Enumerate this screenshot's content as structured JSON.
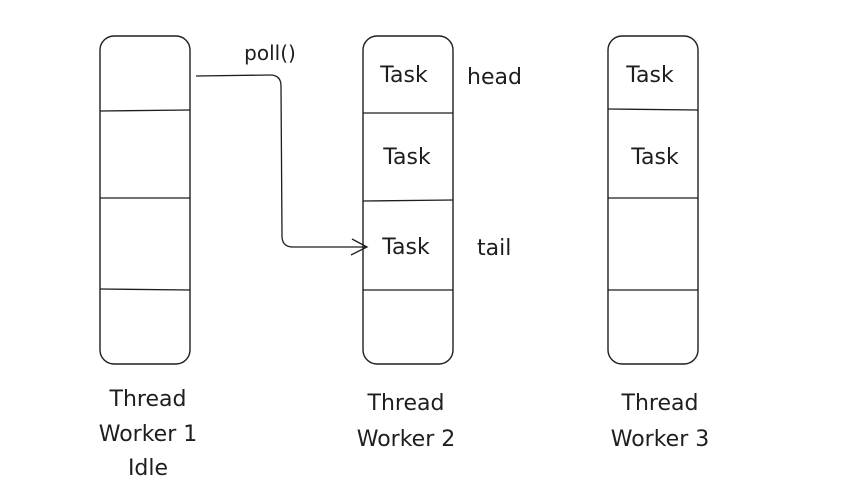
{
  "workers": [
    {
      "label_lines": [
        "Thread",
        "Worker 1",
        "Idle"
      ],
      "slots": [
        "",
        "",
        "",
        ""
      ]
    },
    {
      "label_lines": [
        "Thread",
        "Worker 2"
      ],
      "slots": [
        "Task",
        "Task",
        "Task",
        ""
      ]
    },
    {
      "label_lines": [
        "Thread",
        "Worker 3"
      ],
      "slots": [
        "Task",
        "Task",
        "",
        ""
      ]
    }
  ],
  "annotations": {
    "poll": "poll()",
    "head": "head",
    "tail": "tail"
  },
  "colors": {
    "ink": "#1e1e1e",
    "background": "#ffffff"
  }
}
